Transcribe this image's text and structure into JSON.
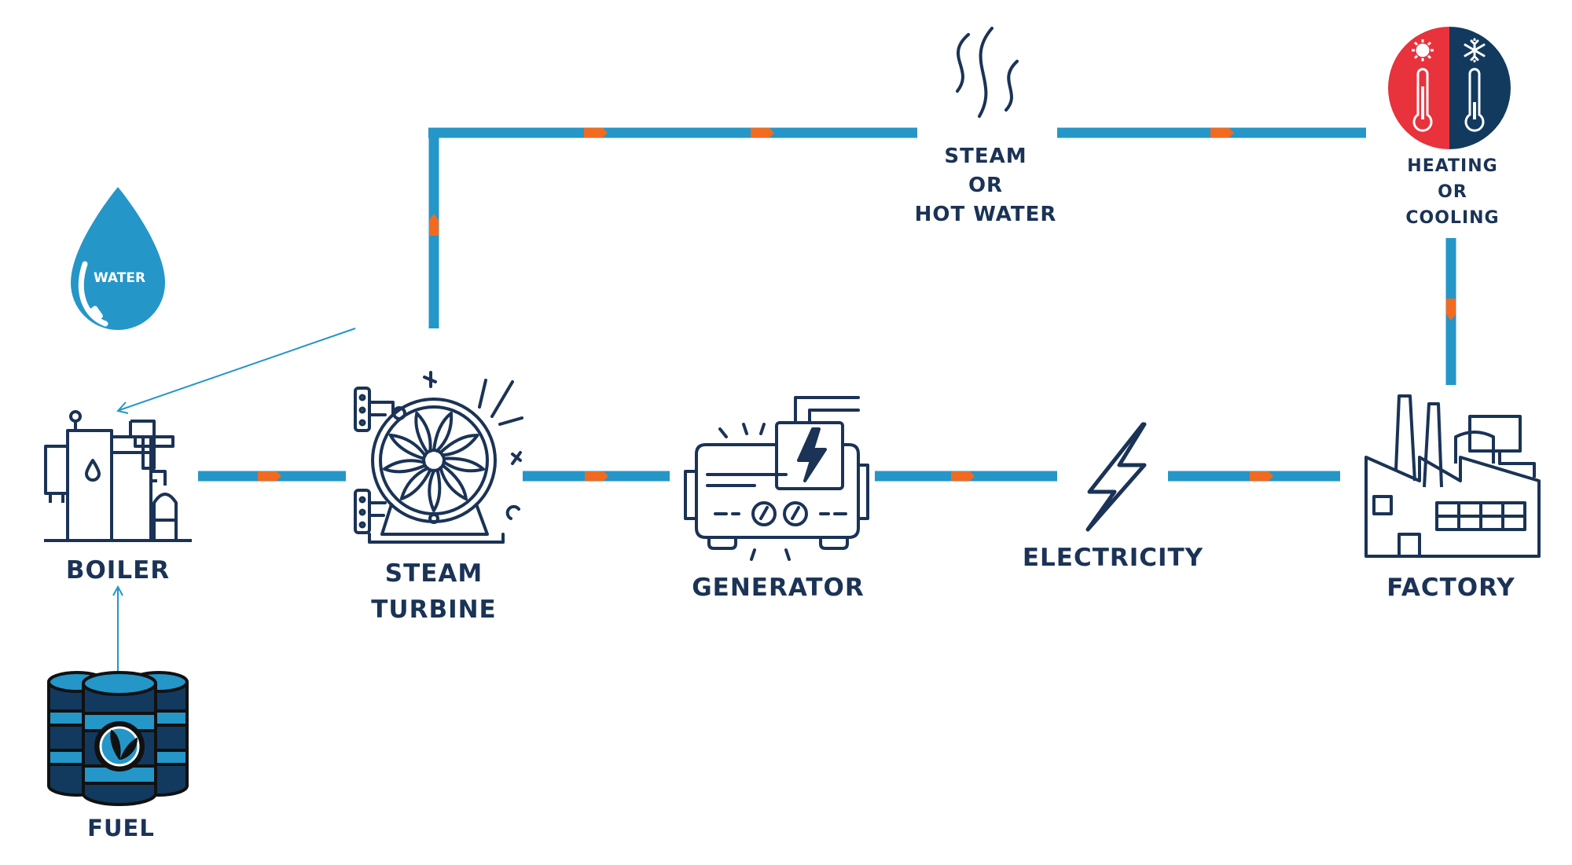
{
  "labels": {
    "water": "WATER",
    "boiler": "BOILER",
    "fuel": "FUEL",
    "steam_turbine": [
      "STEAM",
      "TURBINE"
    ],
    "generator": "GENERATOR",
    "electricity": "ELECTRICITY",
    "factory": "FACTORY",
    "steam_or_hot_water": [
      "STEAM",
      "OR",
      "HOT WATER"
    ],
    "heating_or_cooling": [
      "HEATING",
      "OR",
      "COOLING"
    ]
  },
  "colors": {
    "pipe": "#2596c8",
    "flow_marker": "#f26a1f",
    "icon_stroke": "#1a3356",
    "water_drop": "#2596c8",
    "heating": "#e8323c",
    "cooling": "#123a5e"
  }
}
